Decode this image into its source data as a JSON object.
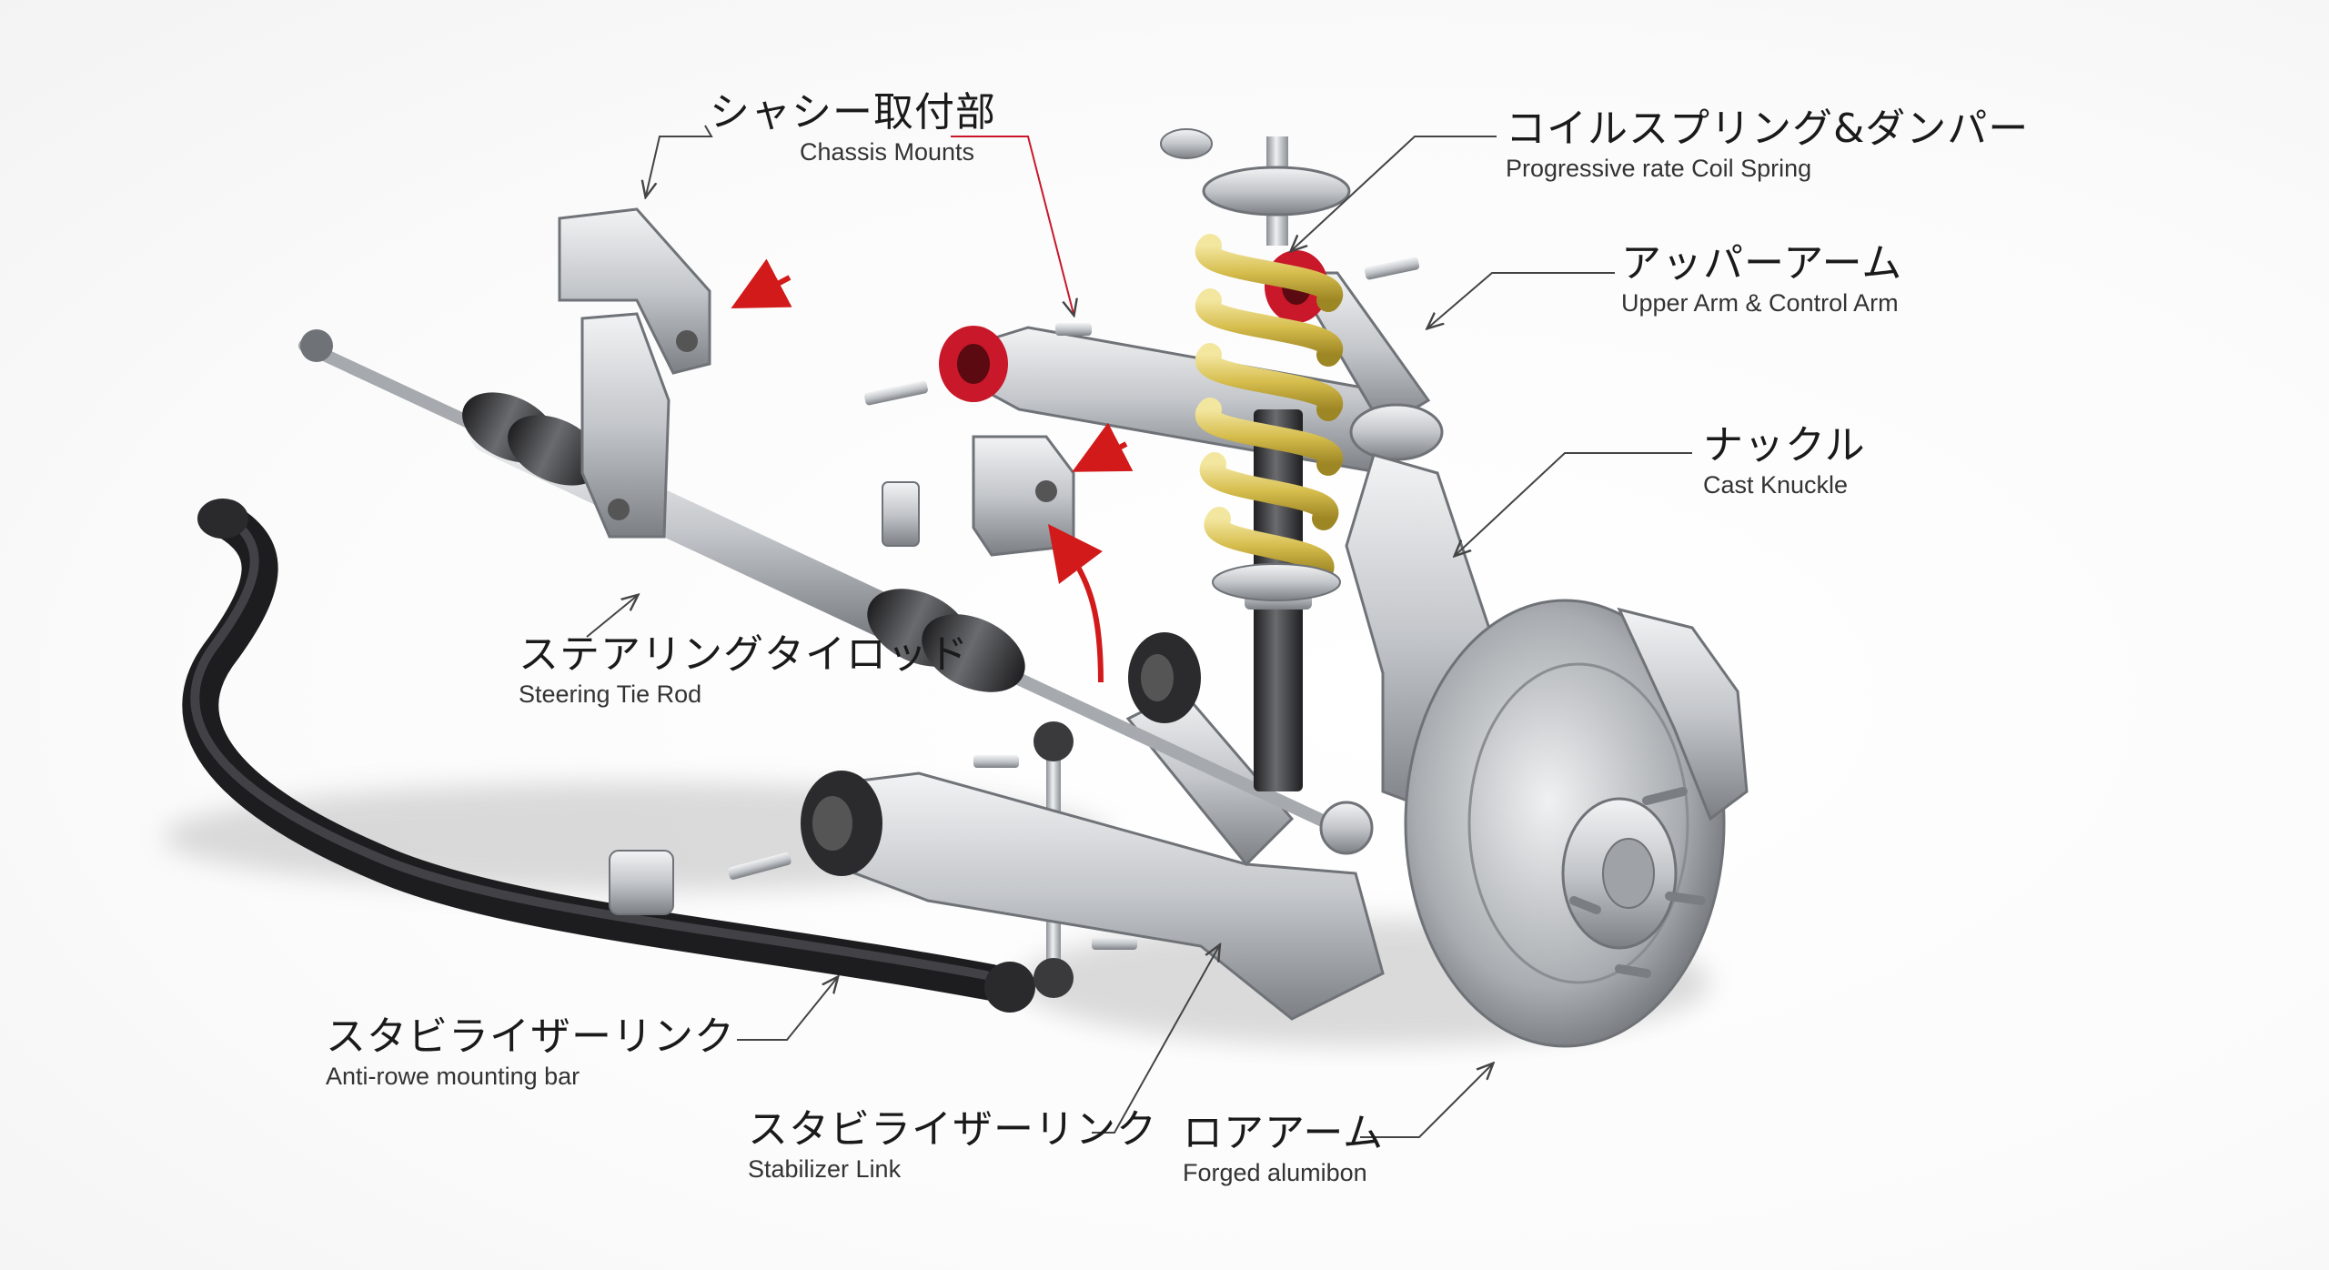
{
  "colors": {
    "metal_light": "#e4e6e8",
    "metal_mid": "#b9bcc0",
    "metal_dark": "#6f7378",
    "rubber": "#2b2b2d",
    "spring_gold": "#d8c15a",
    "bushing_red": "#c8182a",
    "arrow_red": "#d21a1a",
    "leader_line": "#444444"
  },
  "labels": {
    "chassis_mounts": {
      "jp": "シャシー取付部",
      "en": "Chassis Mounts"
    },
    "coil_spring": {
      "jp": "コイルスプリング&ダンパー",
      "en": "Progressive rate Coil Spring"
    },
    "upper_arm": {
      "jp": "アッパーアーム",
      "en": "Upper Arm & Control Arm"
    },
    "knuckle": {
      "jp": "ナックル",
      "en": "Cast Knuckle"
    },
    "tie_rod": {
      "jp": "ステアリングタイロッド",
      "en": "Steering Tie Rod"
    },
    "stabilizer_bar": {
      "jp": "スタビライザーリンク",
      "en": "Anti-rowe mounting bar"
    },
    "stabilizer_link": {
      "jp": "スタビライザーリンク",
      "en": "Stabilizer Link"
    },
    "lower_arm": {
      "jp": "ロアアーム",
      "en": "Forged alumibon"
    }
  }
}
